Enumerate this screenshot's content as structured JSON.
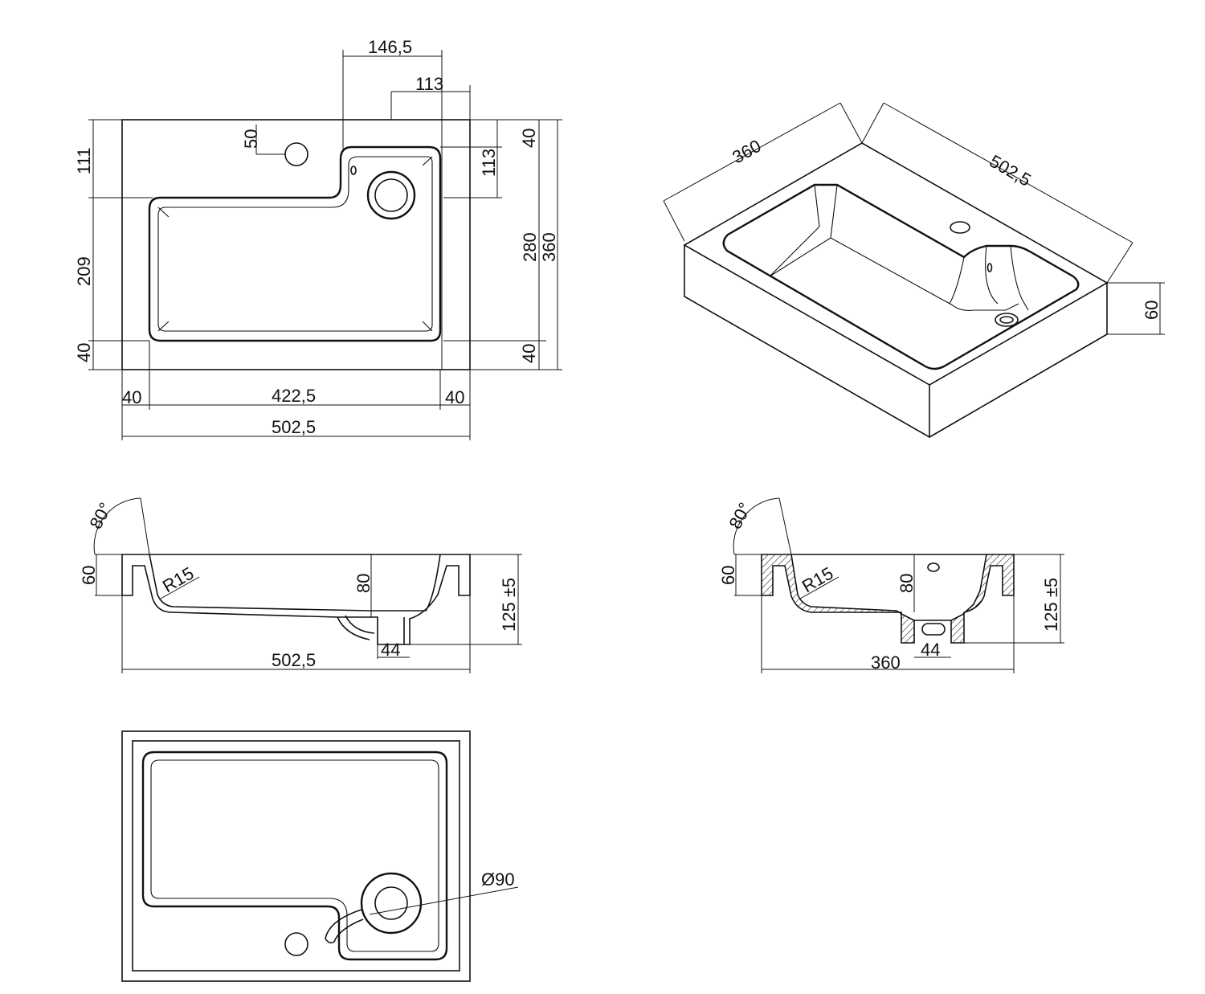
{
  "labels": {
    "top_146_5": "146,5",
    "top_113_h": "113",
    "top_50": "50",
    "top_111": "111",
    "top_209": "209",
    "top_40_left": "40",
    "top_40_right_upper": "40",
    "top_113_v": "113",
    "top_280": "280",
    "top_360": "360",
    "top_40_right_lower": "40",
    "top_40_bottom_left": "40",
    "top_422_5": "422,5",
    "top_40_bottom_right": "40",
    "top_502_5": "502,5",
    "iso_360": "360",
    "iso_502_5": "502,5",
    "iso_60": "60",
    "sec1_80deg": "80°",
    "sec1_60": "60",
    "sec1_r15": "R15",
    "sec1_80": "80",
    "sec1_125": "125 ±5",
    "sec1_44": "44",
    "sec1_502_5": "502,5",
    "sec2_80deg": "80°",
    "sec2_60": "60",
    "sec2_r15": "R15",
    "sec2_80": "80",
    "sec2_125": "125 ±5",
    "sec2_44": "44",
    "sec2_360": "360",
    "bottom_d90": "Ø90"
  }
}
